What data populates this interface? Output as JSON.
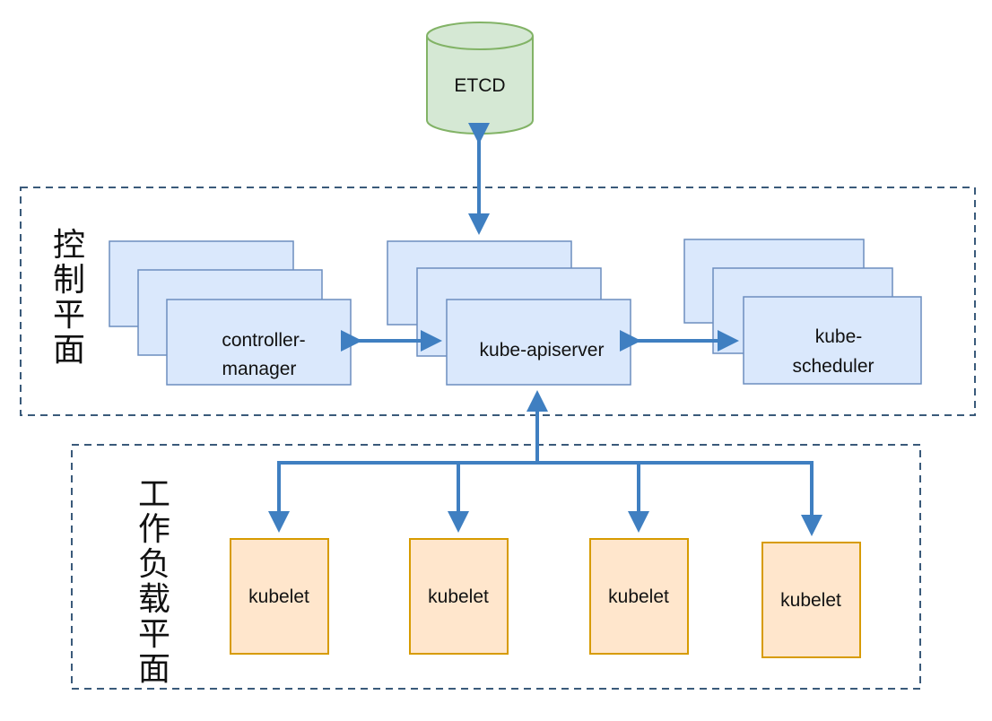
{
  "colors": {
    "etcd_fill": "#d5e8d4",
    "etcd_stroke": "#82b366",
    "component_fill": "#dae8fc",
    "component_stroke": "#6c8ebf",
    "kubelet_fill": "#ffe6cc",
    "kubelet_stroke": "#d79b00",
    "arrow": "#3f7fc1",
    "dash_border": "#3a5a7a"
  },
  "etcd": {
    "label": "ETCD"
  },
  "control_plane": {
    "label_chars": [
      "控",
      "制",
      "平",
      "面"
    ],
    "controller_manager": {
      "label_lines": [
        "controller-",
        "manager"
      ]
    },
    "apiserver": {
      "label": "kube-apiserver"
    },
    "scheduler": {
      "label_lines": [
        "kube-",
        "scheduler"
      ]
    }
  },
  "workload_plane": {
    "label_chars": [
      "工",
      "作",
      "负",
      "载",
      "平",
      "面"
    ],
    "kubelets": [
      {
        "label": "kubelet"
      },
      {
        "label": "kubelet"
      },
      {
        "label": "kubelet"
      },
      {
        "label": "kubelet"
      }
    ]
  }
}
